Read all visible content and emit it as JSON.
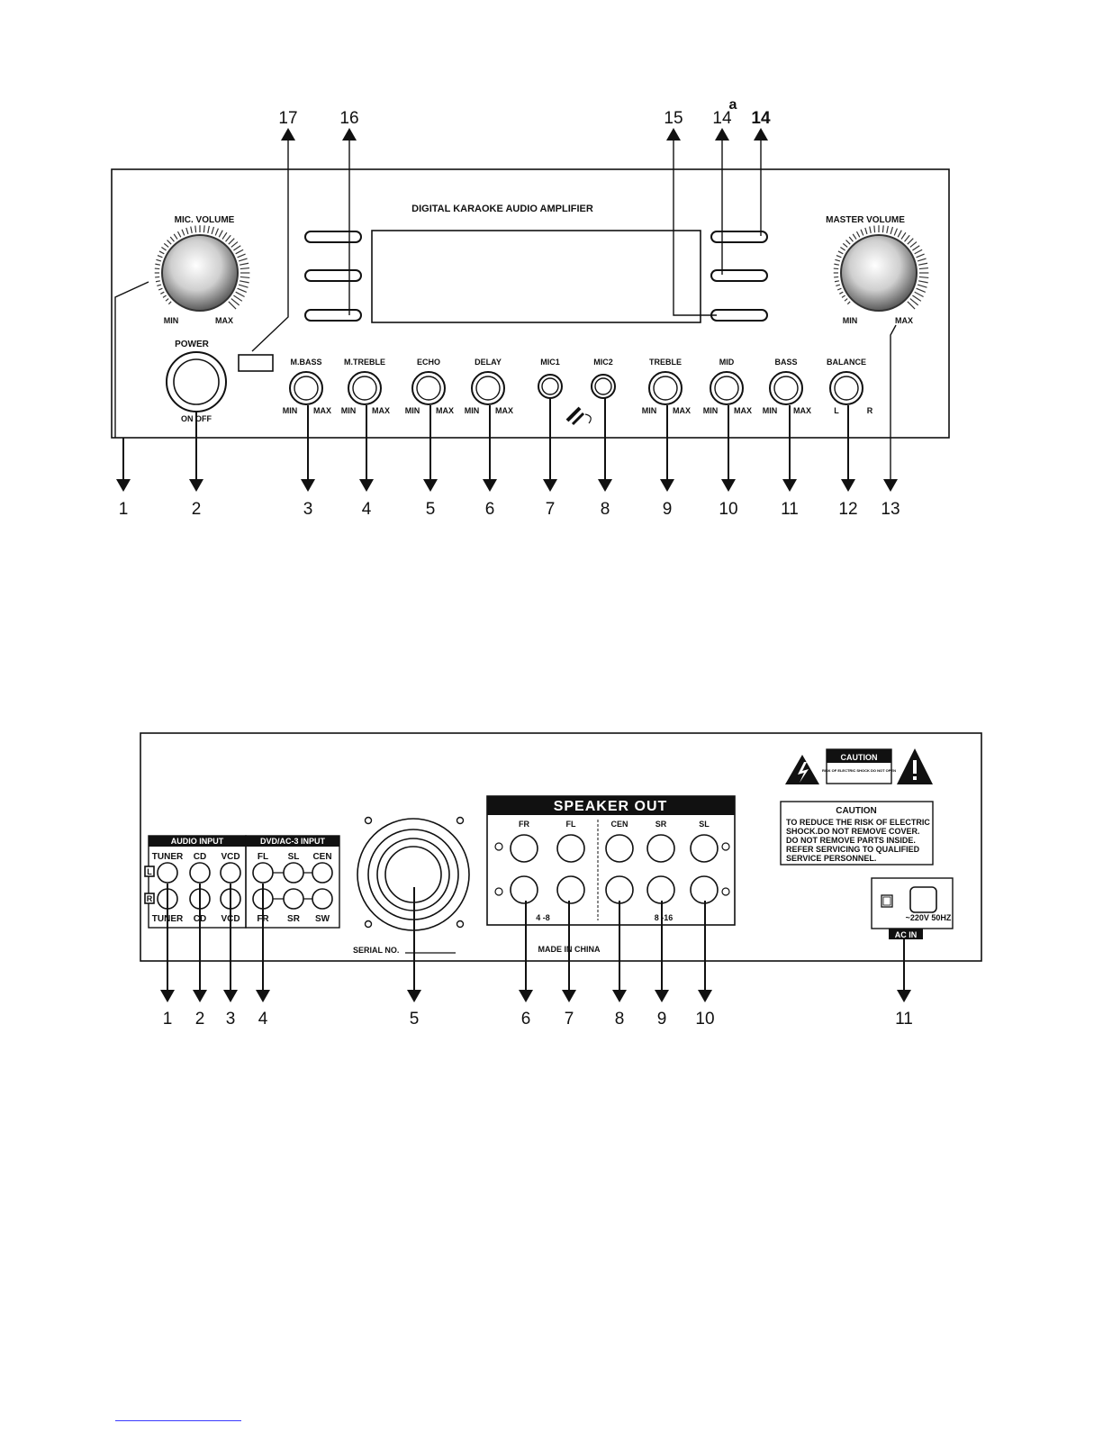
{
  "front_panel": {
    "title": "DIGITAL KARAOKE AUDIO AMPLIFIER",
    "mic_volume_label": "MIC. VOLUME",
    "master_volume_label": "MASTER VOLUME",
    "power_label": "POWER",
    "power_states": "ON    OFF",
    "min_label": "MIN",
    "max_label": "MAX",
    "balance_l": "L",
    "balance_r": "R",
    "small_knobs": [
      {
        "label": "M.BASS",
        "callout": "3"
      },
      {
        "label": "M.TREBLE",
        "callout": "4"
      },
      {
        "label": "ECHO",
        "callout": "5"
      },
      {
        "label": "DELAY",
        "callout": "6"
      },
      {
        "label": "MIC1",
        "callout": "7"
      },
      {
        "label": "MIC2",
        "callout": "8"
      },
      {
        "label": "TREBLE",
        "callout": "9"
      },
      {
        "label": "MID",
        "callout": "10"
      },
      {
        "label": "BASS",
        "callout": "11"
      },
      {
        "label": "BALANCE",
        "callout": "12"
      }
    ],
    "bottom_callouts": [
      "1",
      "2",
      "3",
      "4",
      "5",
      "6",
      "7",
      "8",
      "9",
      "10",
      "11",
      "12",
      "13"
    ],
    "top_callouts": [
      "17",
      "16",
      "15",
      "14",
      "14"
    ],
    "top_callout_suffix": "a"
  },
  "rear_panel": {
    "audio_input_label": "AUDIO INPUT",
    "dvd_input_label": "DVD/AC-3 INPUT",
    "audio_top": [
      "TUNER",
      "CD",
      "VCD"
    ],
    "audio_bottom": [
      "TUNER",
      "CD",
      "VCD"
    ],
    "dvd_top": [
      "FL",
      "SL",
      "CEN"
    ],
    "dvd_bottom": [
      "FR",
      "SR",
      "SW"
    ],
    "channel_l": "L",
    "channel_r": "R",
    "speaker_out_label": "SPEAKER OUT",
    "speaker_cols": [
      "FR",
      "FL",
      "CEN",
      "SR",
      "SL"
    ],
    "impedance_left": "4 -8",
    "impedance_right": "8 -16",
    "serial_label": "SERIAL NO.",
    "made_in": "MADE IN CHINA",
    "caution_badge": "CAUTION",
    "caution_badge_sub": "RISK OF ELECTRIC SHOCK DO NOT OPEN",
    "caution_title": "CAUTION",
    "caution_lines": [
      "TO REDUCE THE RISK OF ELECTRIC",
      "SHOCK.DO NOT REMOVE COVER.",
      "DO NOT REMOVE PARTS INSIDE.",
      "REFER SERVICING TO QUALIFIED",
      "SERVICE PERSONNEL."
    ],
    "power_rating": "~220V 50HZ",
    "ac_in_label": "AC IN",
    "callouts": [
      "1",
      "2",
      "3",
      "4",
      "5",
      "6",
      "7",
      "8",
      "9",
      "10",
      "11"
    ]
  }
}
